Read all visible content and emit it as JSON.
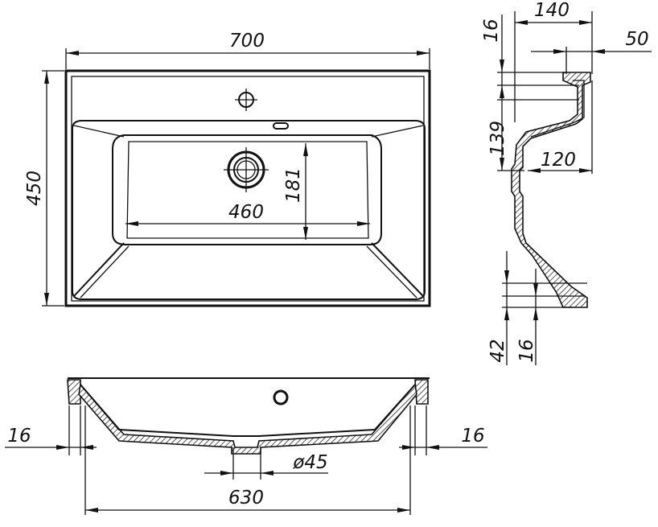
{
  "dimensions": {
    "top_view": {
      "width": "700",
      "depth": "450",
      "bowl_width": "460",
      "bowl_depth": "181"
    },
    "side_view": {
      "top_depth": "140",
      "back_offset": "50",
      "rim_thickness": "16",
      "height": "139",
      "front_offset": "120",
      "lower_height": "42",
      "lower_thickness": "16"
    },
    "front_view": {
      "left_wall": "16",
      "right_wall": "16",
      "drain_diameter": "ø45",
      "base_width": "630"
    }
  },
  "colors": {
    "line": "#111111",
    "background": "#ffffff"
  }
}
